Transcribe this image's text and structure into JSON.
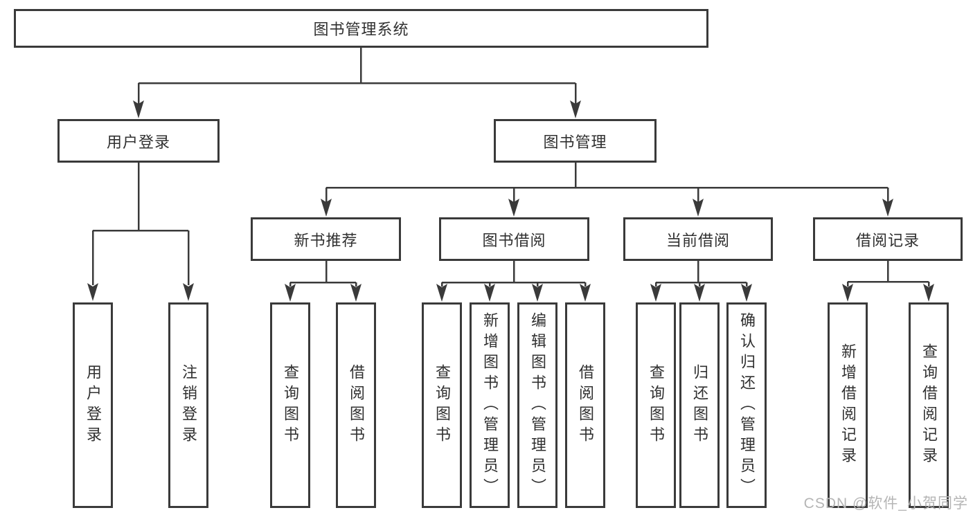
{
  "tree": {
    "root": {
      "label": "图书管理系统"
    },
    "branches": [
      {
        "label": "用户登录",
        "children": [
          {
            "label": "用户登录"
          },
          {
            "label": "注销登录"
          }
        ]
      },
      {
        "label": "图书管理",
        "children": [
          {
            "label": "新书推荐",
            "children": [
              {
                "label": "查询图书"
              },
              {
                "label": "借阅图书"
              }
            ]
          },
          {
            "label": "图书借阅",
            "children": [
              {
                "label": "查询图书"
              },
              {
                "label": "新增图书（管理员）"
              },
              {
                "label": "编辑图书（管理员）"
              },
              {
                "label": "借阅图书"
              }
            ]
          },
          {
            "label": "当前借阅",
            "children": [
              {
                "label": "查询图书"
              },
              {
                "label": "归还图书"
              },
              {
                "label": "确认归还（管理员）"
              }
            ]
          },
          {
            "label": "借阅记录",
            "children": [
              {
                "label": "新增借阅记录"
              },
              {
                "label": "查询借阅记录"
              }
            ]
          }
        ]
      }
    ]
  },
  "watermark": {
    "text": "CSDN @软件_小贺同学"
  },
  "colors": {
    "line": "#3a3a3a",
    "box_border": "#3a3a3a",
    "text": "#303030",
    "watermark": "#b5b5b5",
    "background": "#ffffff"
  }
}
